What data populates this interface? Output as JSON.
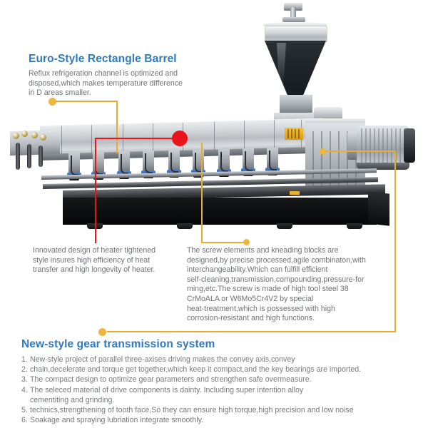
{
  "page": {
    "type": "product-infographic",
    "subject": "twin-screw extruder machine",
    "accent_gold": "#e8ab36",
    "accent_red": "#e8161b",
    "heading_blue": "#3079bd",
    "body_gray": "#6f7276"
  },
  "callouts": {
    "barrel": {
      "heading": "Euro-Style Rectangle Barrel",
      "lines": [
        "Reflux refrigeration channel is optimized and",
        "disposed,which makes temperature difference",
        "in D areas smaller."
      ]
    },
    "heater": {
      "lines": [
        "Innovated design of heater tightened",
        "style insures high efficiency of heat",
        "transfer and high longevity of heater."
      ]
    },
    "screw": {
      "lines": [
        "The screw elements and kneading blocks are",
        "designed,by precise processed,agile combinaton,with",
        "interchangeability.Which can fulfill efficient",
        "self-cleaning,transmission,compounding,pressure-for",
        "ming,etc.The screw is made of high tool steel 38",
        "CrMoALA or W6Mo5Cr4V2 by special",
        "heat-treatment,which is possessed with high",
        "corrosion-resistant and high functions."
      ]
    }
  },
  "gear_section": {
    "heading": "New-style gear transmission system",
    "items": [
      {
        "num": "1.",
        "text": "New-style project of parallel three-axises driving makes the convey axis,convey",
        "cont": ""
      },
      {
        "num": "2.",
        "text": "chain,decelerate and torque get together,which keep it compact,and the key bearings are imported.",
        "cont": ""
      },
      {
        "num": "3.",
        "text": "The compact design to optimize gear parameters and strengthen safe overmeasure.",
        "cont": ""
      },
      {
        "num": "4.",
        "text": "The seleced material of drive components is dainty. Including super intention alloy",
        "cont": "cementiting and grinding."
      },
      {
        "num": "5.",
        "text": "technics,strengthening of tooth face,So they can ensure high torque,high precision and low noise",
        "cont": ""
      },
      {
        "num": "6.",
        "text": "Soakage and spraying lubriation integrate smoothly.",
        "cont": ""
      }
    ]
  },
  "machine_parts": {
    "hopper": "material-hopper",
    "barrel": "rectangle-barrel",
    "gearbox": "gear-reducer",
    "motor": "drive-motor",
    "base": "machine-base-frame",
    "die": "die-head"
  }
}
